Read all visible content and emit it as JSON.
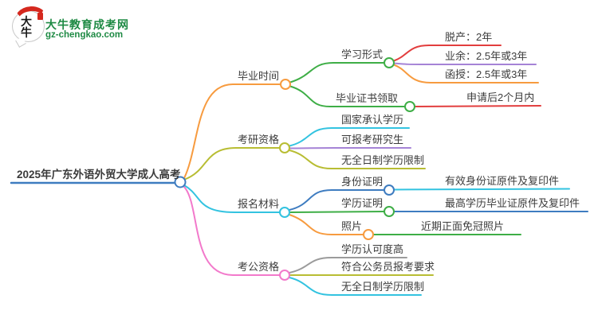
{
  "logo": {
    "mark_text": "大牛",
    "site_name": "大牛教育成考网",
    "site_url": "gz-chengkao.com",
    "brand_green": "#1e8a44",
    "seal_red": "#d5281e"
  },
  "mindmap": {
    "root": {
      "label": "2025年广东外语外贸大学成人高考",
      "color": "#3e7cc0"
    },
    "branches": [
      {
        "label": "毕业时间",
        "color": "#f79b3f",
        "children": [
          {
            "label": "学习形式",
            "color": "#3eae46",
            "children": [
              {
                "label": "脱产：2年",
                "color": "#e23e3e"
              },
              {
                "label": "业余：2.5年或3年",
                "color": "#a583d6"
              },
              {
                "label": "函授：2.5年或3年",
                "color": "#f79b3f"
              }
            ]
          },
          {
            "label": "毕业证书领取",
            "color": "#3eae46",
            "children": [
              {
                "label": "申请后2个月内",
                "color": "#e23e3e"
              }
            ]
          }
        ]
      },
      {
        "label": "考研资格",
        "color": "#b8bd33",
        "children": [
          {
            "label": "国家承认学历",
            "color": "#33c3e0"
          },
          {
            "label": "可报考研究生",
            "color": "#a583d6"
          },
          {
            "label": "无全日制学历限制",
            "color": "#b8bd33"
          }
        ]
      },
      {
        "label": "报名材料",
        "color": "#33c3e0",
        "children": [
          {
            "label": "身份证明",
            "color": "#3e7cc0",
            "children": [
              {
                "label": "有效身份证原件及复印件",
                "color": "#33c3e0"
              }
            ]
          },
          {
            "label": "学历证明",
            "color": "#3eae46",
            "children": [
              {
                "label": "最高学历毕业证原件及复印件",
                "color": "#3e7cc0"
              }
            ]
          },
          {
            "label": "照片",
            "color": "#f79b3f",
            "children": [
              {
                "label": "近期正面免冠照片",
                "color": "#3eae46"
              }
            ]
          }
        ]
      },
      {
        "label": "考公资格",
        "color": "#f279cb",
        "children": [
          {
            "label": "学历认可度高",
            "color": "#9b9b9b"
          },
          {
            "label": "符合公务员报考要求",
            "color": "#b8bd33"
          },
          {
            "label": "无全日制学历限制",
            "color": "#33c3e0"
          }
        ]
      }
    ]
  }
}
